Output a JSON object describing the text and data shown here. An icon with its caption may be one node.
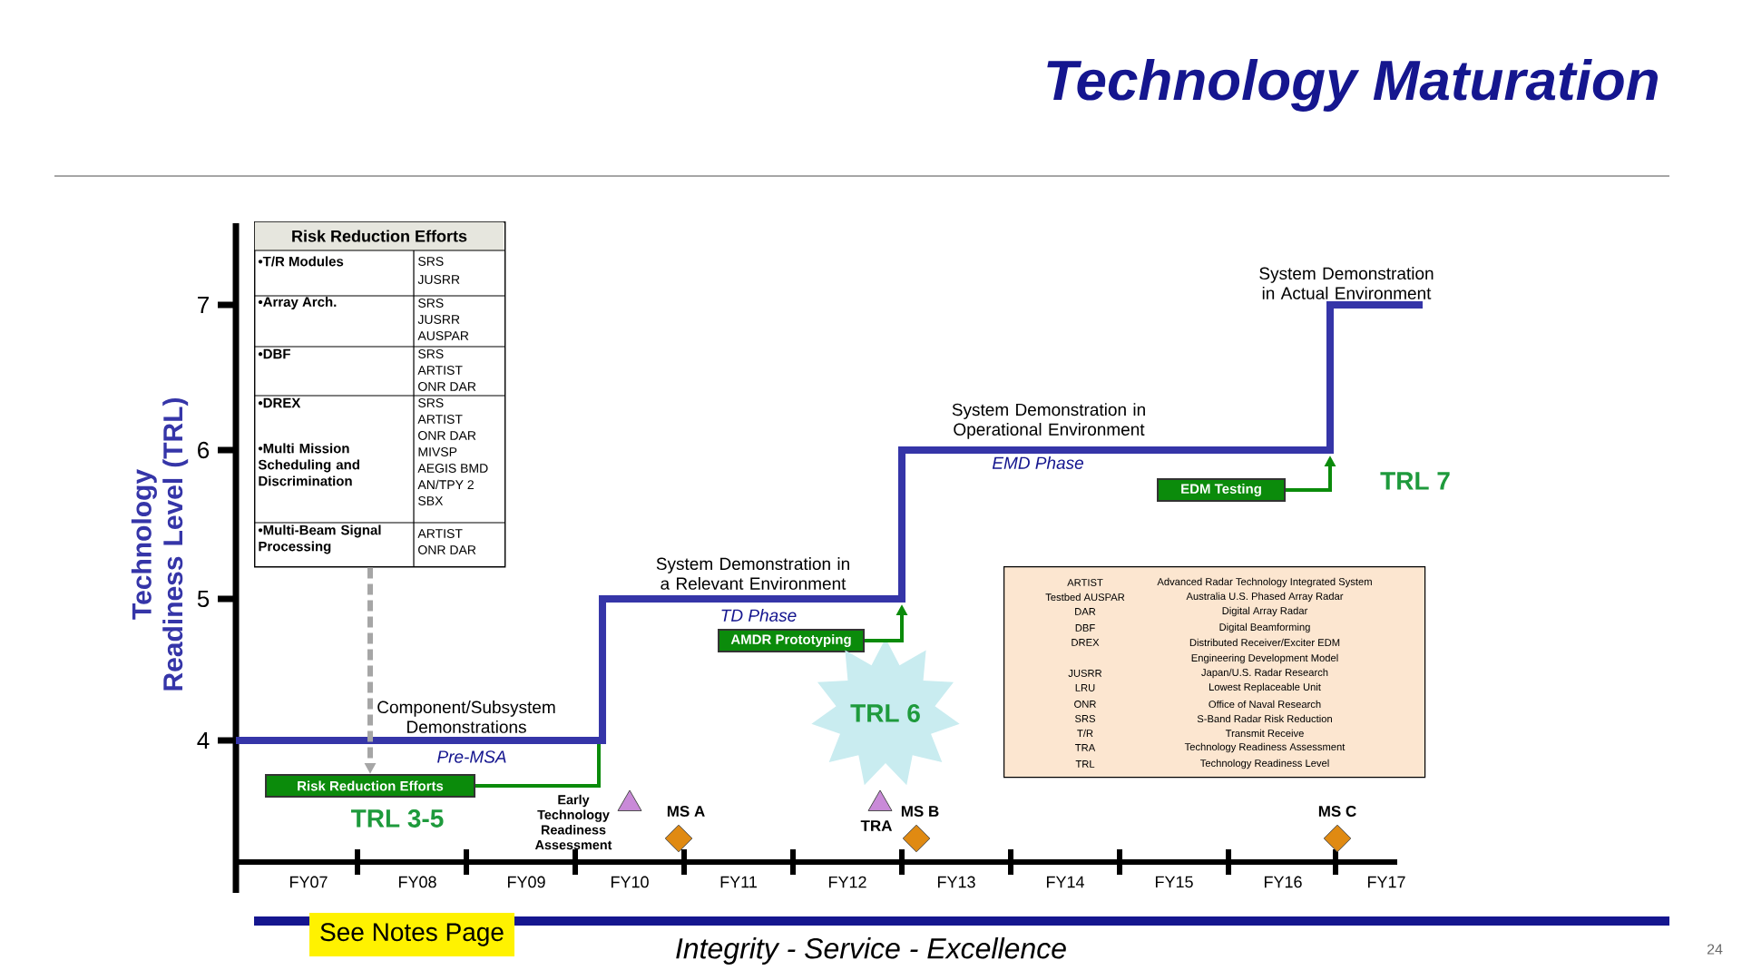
{
  "diagram": {
    "title": "Technology Maturation",
    "nodes": [
      {
        "text": [
          "Risk Reduction Efforts",
          "•T/R Modules",
          "SRS",
          "JUSRR",
          "•Array Arch.",
          "SRS",
          "JUSRR",
          "AUSPAR",
          "•DBF",
          "SRS",
          "ARTIST",
          "ONR DAR",
          "•DREX",
          "SRS",
          "ARTIST",
          "ONR DAR",
          "•Multi Mission Scheduling and Discrimination",
          "MIVSP",
          "AEGIS BMD",
          "AN/TPY 2",
          "SBX",
          "•Multi-Beam Signal Processing",
          "ARTIST",
          "ONR DAR"
        ]
      },
      {
        "text": [
          "Risk Reduction Efforts"
        ]
      },
      {
        "text": [
          "AMDR Prototyping"
        ]
      },
      {
        "text": [
          "EDM Testing"
        ]
      },
      {
        "text": [
          "TRL 6"
        ]
      },
      {
        "text": [
          "ARTIST",
          "Advanced Radar Technology Integrated System",
          "Testbed AUSPAR",
          "Australia U.S. Phased Array Radar",
          "DAR",
          "Digital Array Radar",
          "DBF",
          "Digital Beamforming",
          "DREX",
          "Distributed Receiver/Exciter EDM",
          "Engineering Development Model",
          "JUSRR",
          "Japan/U.S. Radar Research",
          "LRU",
          "Lowest Replaceable Unit",
          "ONR",
          "Office of Naval Research",
          "SRS",
          "S-Band Radar Risk Reduction",
          "T/R",
          "Transmit Receive",
          "TRA",
          "Technology Readiness Assessment",
          "TRL",
          "Technology Readiness Level"
        ]
      },
      {
        "text": [
          "See Notes Page"
        ]
      }
    ],
    "edges": [
      {
        "from": 0,
        "to": 1,
        "arrow": "to",
        "style": "dashed",
        "color": "#a6a6a6"
      },
      {
        "from": 1,
        "to": null,
        "arrow": "none"
      },
      {
        "from": 2,
        "to": null,
        "arrow": "to"
      },
      {
        "from": 3,
        "to": null,
        "arrow": "to"
      }
    ],
    "labels": [
      "Technology Readiness Level (TRL)",
      "7",
      "6",
      "5",
      "4",
      "System Demonstration in Actual Environment",
      "System Demonstration in Operational Environment",
      "EMD Phase",
      "TRL 7",
      "System Demonstration in a Relevant Environment",
      "TD Phase",
      "Component/Subsystem Demonstrations",
      "Pre-MSA",
      "TRL 3-5",
      "Early Technology Readiness Assessment",
      "MS A",
      "TRA",
      "MS B",
      "MS C",
      "FY07",
      "FY08",
      "FY09",
      "FY10",
      "FY11",
      "FY12",
      "FY13",
      "FY14",
      "FY15",
      "FY16",
      "FY17",
      "Integrity - Service - Excellence",
      "24"
    ]
  }
}
